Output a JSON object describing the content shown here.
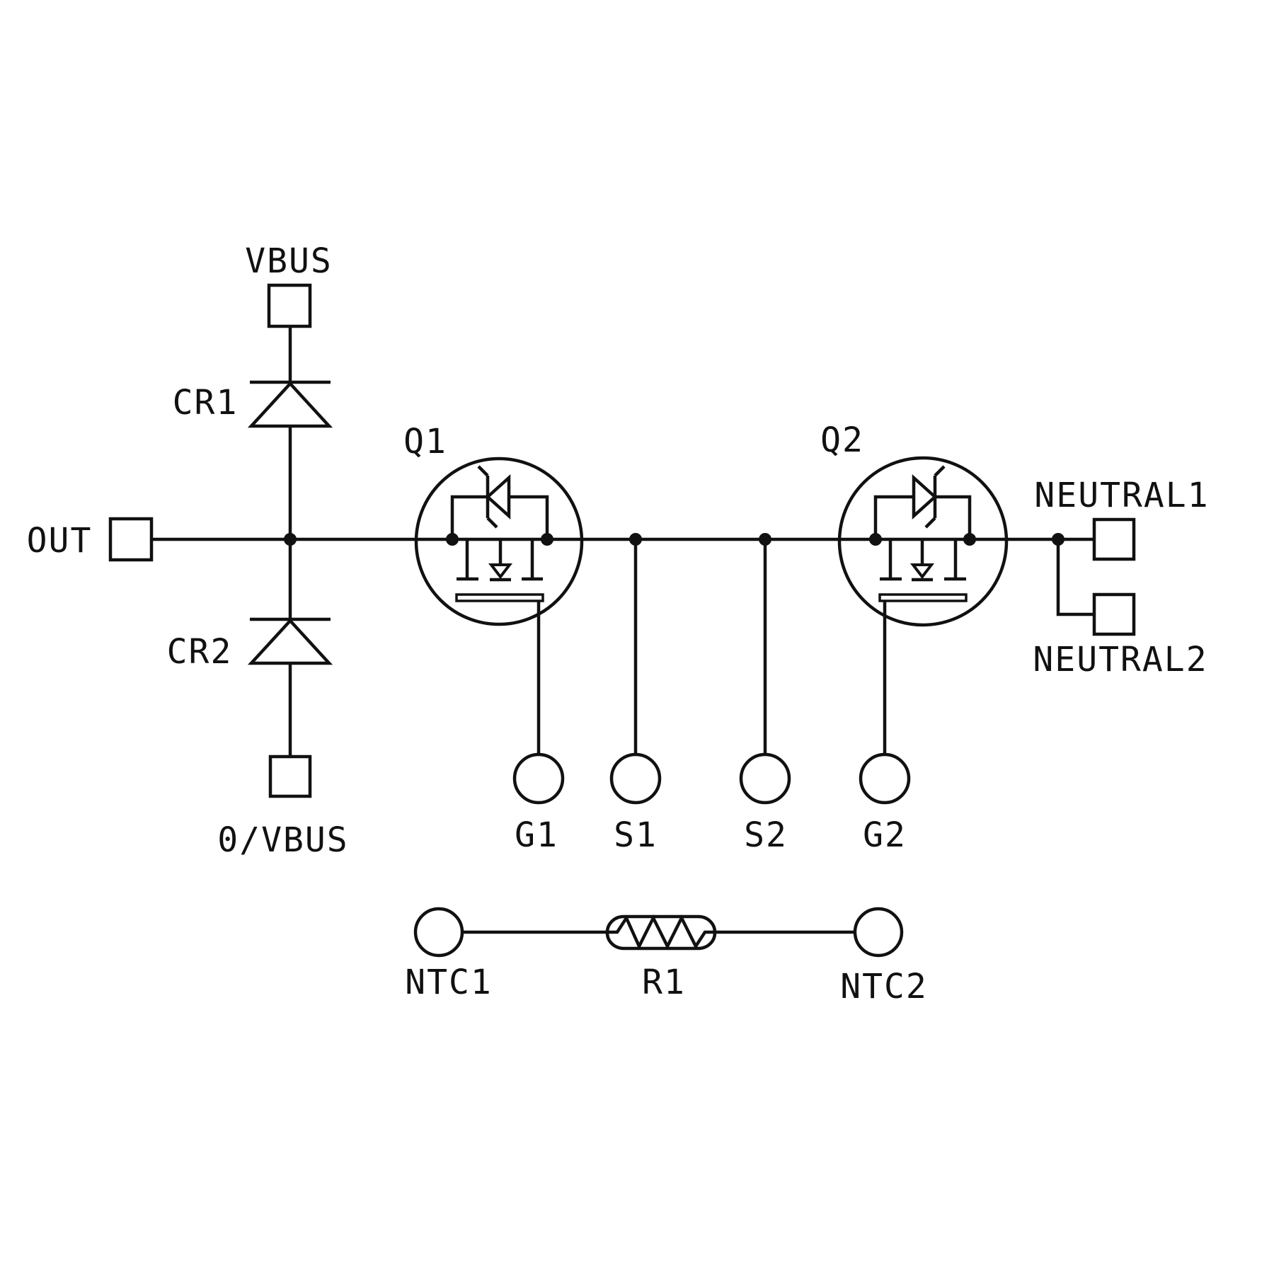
{
  "diagram": {
    "type": "circuit-schematic",
    "description": "Dual back-to-back MOSFET load switch with steering diodes and NTC thermistor",
    "background_color": "#ffffff",
    "line_color": "#111111"
  },
  "labels": {
    "out": "OUT",
    "vbus": "VBUS",
    "cr1": "CR1",
    "cr2": "CR2",
    "zero_vbus": "0/VBUS",
    "q1": "Q1",
    "q2": "Q2",
    "neutral1": "NEUTRAL1",
    "neutral2": "NEUTRAL2",
    "g1": "G1",
    "s1": "S1",
    "s2": "S2",
    "g2": "G2",
    "ntc1": "NTC1",
    "r1": "R1",
    "ntc2": "NTC2"
  }
}
